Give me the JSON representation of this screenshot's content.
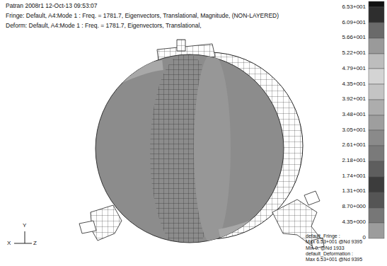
{
  "diagram": {
    "labels": [
      "Patran 2008r1 12-Oct-13 09:53:07",
      "Fringe: Default, A4:Mode 1 : Freq. = 1781.7, Eigenvectors, Translational, Magnitude, (NON-LAYERED)",
      "Deform: Default, A4:Mode 1 : Freq. = 1781.7, Eigenvectors, Translational,",
      "6.53+001",
      "6.09+001",
      "5.66+001",
      "5.22+001",
      "4.79+001",
      "4.35+001",
      "3.92+001",
      "3.48+001",
      "3.05+001",
      "2.61+001",
      "2.18+001",
      "1.74+001",
      "1.31+001",
      "8.70+000",
      "4.35+000",
      "0",
      "default_Fringe :",
      "Max 6.53+001 @Nd 9395",
      "Min 0. @Nd 1933",
      "default_Deformation :",
      "Max 6.53+001 @Nd 9395",
      "Y",
      "X",
      "Z"
    ]
  }
}
